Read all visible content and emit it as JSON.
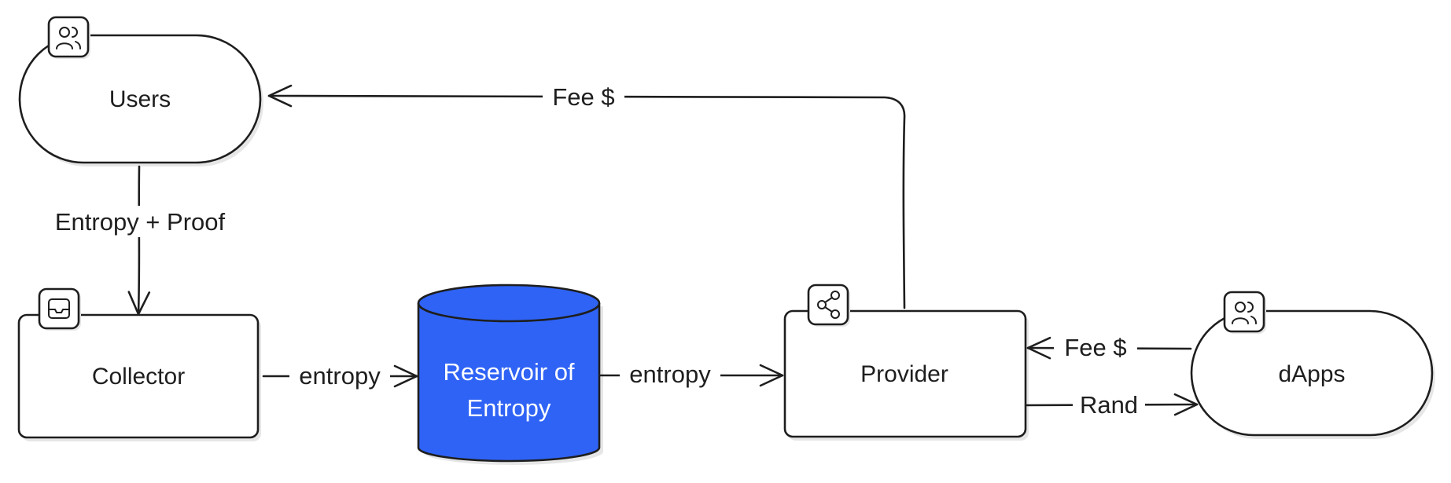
{
  "nodes": {
    "users": {
      "label": "Users",
      "icon": "users-icon"
    },
    "collector": {
      "label": "Collector",
      "icon": "inbox-icon"
    },
    "reservoir": {
      "label_line1": "Reservoir of",
      "label_line2": "Entropy",
      "fill_color": "#2f63f5"
    },
    "provider": {
      "label": "Provider",
      "icon": "share-icon"
    },
    "dapps": {
      "label": "dApps",
      "icon": "users-icon"
    }
  },
  "edges": {
    "provider_to_users": {
      "label": "Fee $"
    },
    "users_to_collector": {
      "label": "Entropy + Proof"
    },
    "collector_to_reservoir": {
      "label": "entropy"
    },
    "reservoir_to_provider": {
      "label": "entropy"
    },
    "dapps_to_provider": {
      "label": "Fee $"
    },
    "provider_to_dapps": {
      "label": "Rand"
    }
  },
  "colors": {
    "stroke": "#1e1e1e",
    "reservoir_fill": "#2f63f5",
    "shadow": "#e6e6e6",
    "background": "#ffffff"
  }
}
